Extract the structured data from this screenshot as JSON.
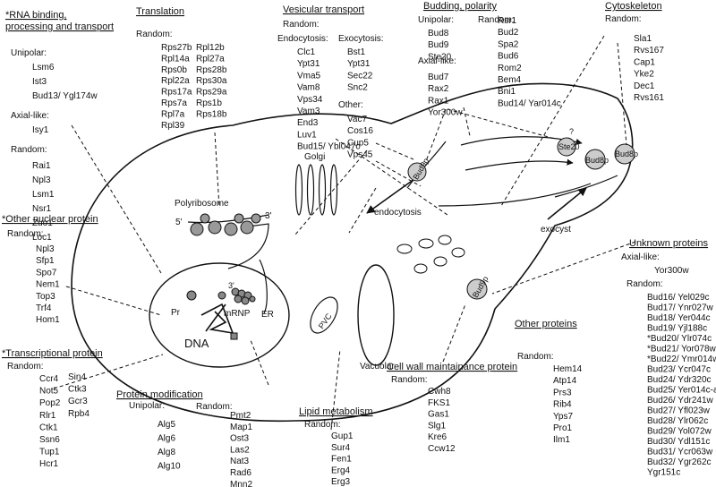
{
  "categories": {
    "rna": {
      "title_line1": "*RNA binding,",
      "title_line2": "processing and transport",
      "unipolar_label": "Unipolar:",
      "unipolar": [
        "Lsm6",
        "Ist3",
        "Bud13/ Ygl174w"
      ],
      "axial_label": "Axial-like:",
      "axial": [
        "Isy1"
      ],
      "random_label": "Random:",
      "random": [
        "Rai1",
        "Npl3",
        "Lsm1",
        "Nsr1",
        "Zuo1",
        "Loc1"
      ]
    },
    "translation": {
      "title": "Translation",
      "random_label": "Random:",
      "col1": [
        "Rps27b",
        "Rpl14a",
        "Rps0b",
        "Rpl22a",
        "Rps17a",
        "Rps7a",
        "Rpl7a",
        "Rpl39"
      ],
      "col2": [
        "Rpl12b",
        "Rpl27a",
        "Rps28b",
        "Rps30a",
        "Rps29a",
        "Rps1b",
        "Rps18b"
      ]
    },
    "vesicular": {
      "title": "Vesicular transport",
      "random_label": "Random:",
      "endocytosis_label": "Endocytosis:",
      "endocytosis": [
        "Clc1",
        "Ypt31",
        "Vma5",
        "Vam8",
        "Vps34",
        "Vam3",
        "End3",
        "Luv1",
        "Bud15/ Ybl047c"
      ],
      "exocytosis_label": "Exocytosis:",
      "exocytosis": [
        "Bst1",
        "Ypt31",
        "Sec22",
        "Snc2"
      ],
      "other_label": "Other:",
      "other": [
        "Vac7",
        "Cos16",
        "Cup5",
        "Vps45"
      ]
    },
    "budding": {
      "title": "Budding, polarity",
      "unipolar_label": "Unipolar:",
      "unipolar": [
        "Bud8",
        "Bud9",
        "Ste20"
      ],
      "axial_label": "Axial-like:",
      "axial": [
        "Bud7",
        "Rax2",
        "Rax1",
        "Yor300w"
      ],
      "random_label": "Random:",
      "random": [
        "Rsr1",
        "Bud2",
        "Spa2",
        "Bud6",
        "Rom2",
        "Bem4",
        "Bni1",
        "Bud14/ Yar014c"
      ]
    },
    "cytoskeleton": {
      "title": "Cytoskeleton",
      "random_label": "Random:",
      "random": [
        "Sla1",
        "Rvs167",
        "Cap1",
        "Yke2",
        "Dec1",
        "Rvs161"
      ]
    },
    "nuclear": {
      "title": "*Other nuclear protein",
      "random_label": "Random:",
      "random": [
        "Npl3",
        "Sfp1",
        "Spo7",
        "Nem1",
        "Top3",
        "Trf4",
        "Hom1"
      ]
    },
    "transcriptional": {
      "title": "*Transcriptional protein",
      "random_label": "Random:",
      "col1": [
        "Ccr4",
        "Not5",
        "Pop2",
        "Rlr1",
        "Ctk1",
        "Ssn6",
        "Tup1",
        "Hcr1"
      ],
      "col2": [
        "Sin4",
        "Ctk3",
        "Gcr3",
        "Rpb4"
      ]
    },
    "modification": {
      "title": "Protein modification",
      "unipolar_label": "Unipolar:",
      "unipolar": [
        "Alg5",
        "Alg6",
        "Alg8",
        "Alg10"
      ],
      "random_label": "Random:",
      "random": [
        "Pmt2",
        "Map1",
        "Ost3",
        "Las2",
        "Nat3",
        "Rad6",
        "Mnn2"
      ]
    },
    "lipid": {
      "title": "Lipid metabolism",
      "random_label": "Random:",
      "random": [
        "Gup1",
        "Sur4",
        "Fen1",
        "Erg4",
        "Erg3"
      ]
    },
    "cellwall": {
      "title": "Cell wall maintainance protein",
      "random_label": "Random:",
      "random": [
        "Cwh8",
        "FKS1",
        "Gas1",
        "Slg1",
        "Kre6",
        "Ccw12"
      ]
    },
    "other": {
      "title": "Other proteins",
      "random_label": "Random:",
      "random": [
        "Hem14",
        "Atp14",
        "Prs3",
        "Rib4",
        "Yps7",
        "Pro1",
        "Ilm1"
      ]
    },
    "unknown": {
      "title": "Unknown proteins",
      "axial_label": "Axial-like:",
      "axial": [
        "Yor300w"
      ],
      "random_label": "Random:",
      "random": [
        "Bud16/ Yel029c",
        "Bud17/ Ynr027w",
        "Bud18/ Yer044c",
        "Bud19/ Yjl188c",
        "*Bud20/ Ylr074c",
        "*Bud21/ Yor078w",
        "*Bud22/ Ymr014w",
        "Bud23/ Ycr047c",
        "Bud24/ Ydr320c",
        "Bud25/ Yer014c-a",
        "Bud26/ Ydr241w",
        "Bud27/ Yfl023w",
        "Bud28/ Ylr062c",
        "Bud29/ Yol072w",
        "Bud30/ Ydl151c",
        "Bud31/ Ycr063w",
        "Bud32/ Ygr262c",
        "Ygr151c"
      ]
    }
  },
  "cell_labels": {
    "polyribosome": "Polyribosome",
    "five_prime": "5'",
    "three_prime": "3'",
    "golgi": "Golgi",
    "endocytosis": "endocytosis",
    "exocyst": "exocyst",
    "er": "ER",
    "pvc": "PVC",
    "vacuolar": "Vacuolar",
    "pr": "Pr",
    "dna": "DNA",
    "mrna": "mRNP",
    "mrna_three": "3'",
    "bud8p": "Bud8p",
    "bud9p": "Bud9p",
    "ste20": "Ste20",
    "question": "?",
    "bud_p_mid": "Bud8p",
    "bud_p_tip": "Bud8p",
    "bud_p_neck": "Bud9p"
  }
}
